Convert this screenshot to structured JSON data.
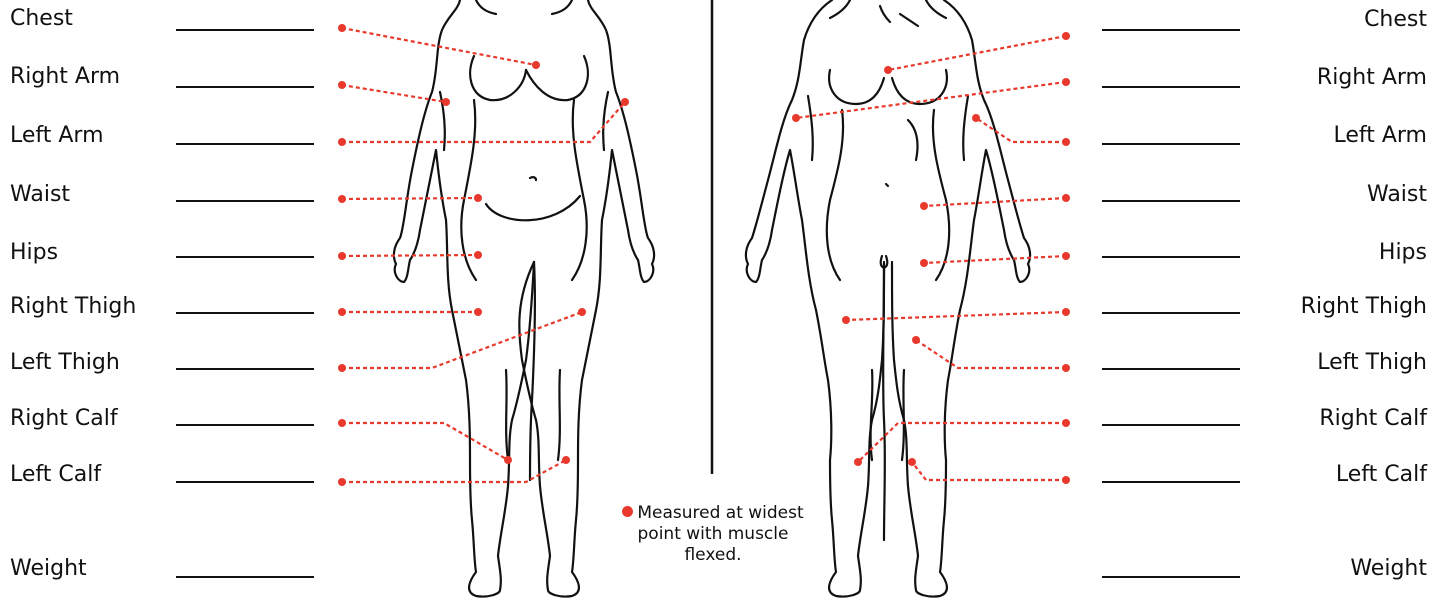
{
  "left_column": {
    "labels": [
      "Chest",
      "Right Arm",
      "Left Arm",
      "Waist",
      "Hips",
      "Right Thigh",
      "Left Thigh",
      "Right Calf",
      "Left Calf"
    ],
    "weight_label": "Weight"
  },
  "right_column": {
    "labels": [
      "Chest",
      "Right Arm",
      "Left Arm",
      "Waist",
      "Hips",
      "Right Thigh",
      "Left Thigh",
      "Right Calf",
      "Left Calf"
    ],
    "weight_label": "Weight"
  },
  "note": {
    "text": "Measured at widest point with muscle flexed."
  },
  "colors": {
    "marker": "#e8392c",
    "ink": "#111111"
  }
}
